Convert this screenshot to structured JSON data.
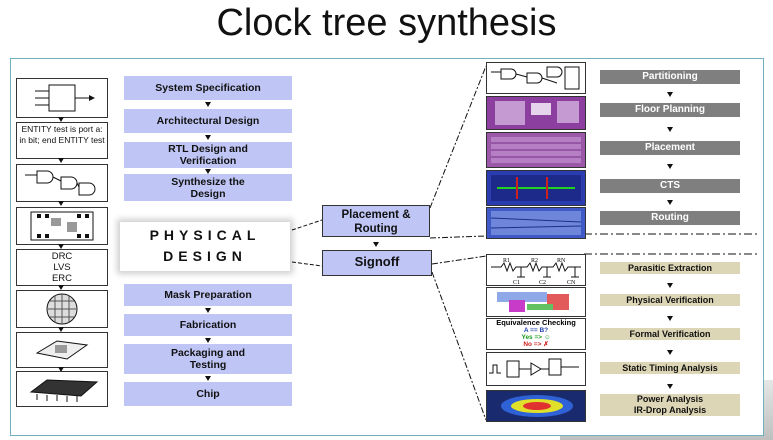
{
  "title": "Clock tree synthesis",
  "left_column": {
    "entity_text": "ENTITY test is port a: in bit; end ENTITY test",
    "checks": [
      "DRC",
      "LVS",
      "ERC"
    ]
  },
  "flow": {
    "steps_top": [
      "System Specification",
      "Architectural Design",
      "RTL Design and Verification",
      "Synthesize the Design"
    ],
    "physical_design_line1": "PHYSICAL",
    "physical_design_line2": "DESIGN",
    "steps_bottom": [
      "Mask Preparation",
      "Fabrication",
      "Packaging and Testing",
      "Chip"
    ]
  },
  "middle": {
    "placement_routing": "Placement & Routing",
    "signoff": "Signoff"
  },
  "right_top": [
    "Partitioning",
    "Floor Planning",
    "Placement",
    "CTS",
    "Routing"
  ],
  "right_bottom": [
    "Parasitic Extraction",
    "Physical Verification",
    "Formal Verification",
    "Static Timing Analysis",
    "Power Analysis IR-Drop Analysis"
  ],
  "thumbs": {
    "equivalence_title": "Equivalence Checking",
    "eq_line1": "A == B?",
    "eq_line2": "Yes => ☺",
    "eq_line3": "No => ✗",
    "circuit_labels": [
      "R1",
      "R2",
      "RN",
      "C1",
      "C2",
      "CN"
    ]
  },
  "colors": {
    "flow_box": "#bfc6f5",
    "right_top_box": "#7f7f7f",
    "right_bottom_box": "#ddd6b6",
    "frame_border": "#6fb1c0"
  }
}
